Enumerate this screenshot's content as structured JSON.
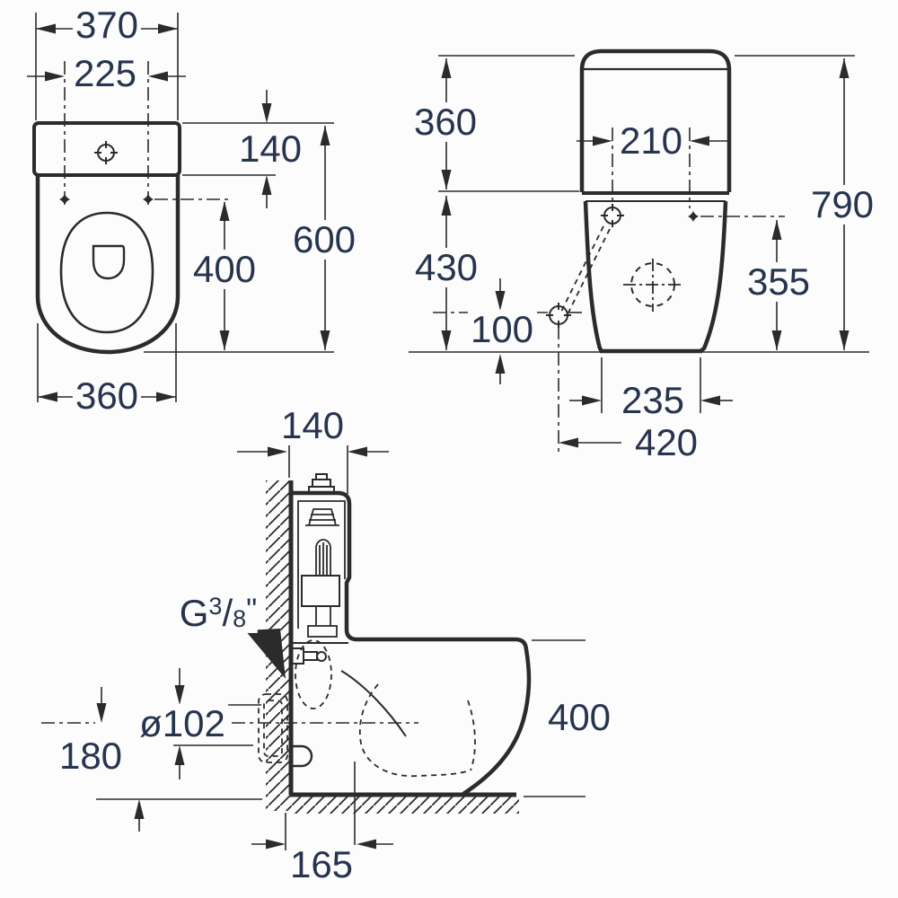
{
  "drawing": {
    "type": "sanitary-ware technical dimension drawing",
    "colors": {
      "background": "#fcfcfc",
      "line": "#2b2b2b",
      "dimension_text": "#27344e"
    }
  },
  "dims": {
    "plan_overall_width": "370",
    "plan_fixing_centres": "225",
    "plan_cistern_depth": "140",
    "plan_holes_to_front": "400",
    "plan_overall_depth": "600",
    "plan_bowl_width": "360",
    "front_cistern_height": "360",
    "front_lid_fixing_centres": "210",
    "front_overall_height": "790",
    "front_bowl_section_height": "430",
    "front_side_hole_height": "100",
    "front_seat_hinge_height": "355",
    "front_base_width": "235",
    "front_side_hole_offset": "420",
    "side_cistern_depth": "140",
    "side_rim_height": "400",
    "side_outlet_height": "180",
    "side_outlet_offset": "165"
  },
  "labels": {
    "inlet_thread": {
      "prefix": "G",
      "numerator": "3",
      "slash": "/",
      "denominator": "8",
      "suffix": "\""
    },
    "outlet_diameter": "ø102"
  }
}
